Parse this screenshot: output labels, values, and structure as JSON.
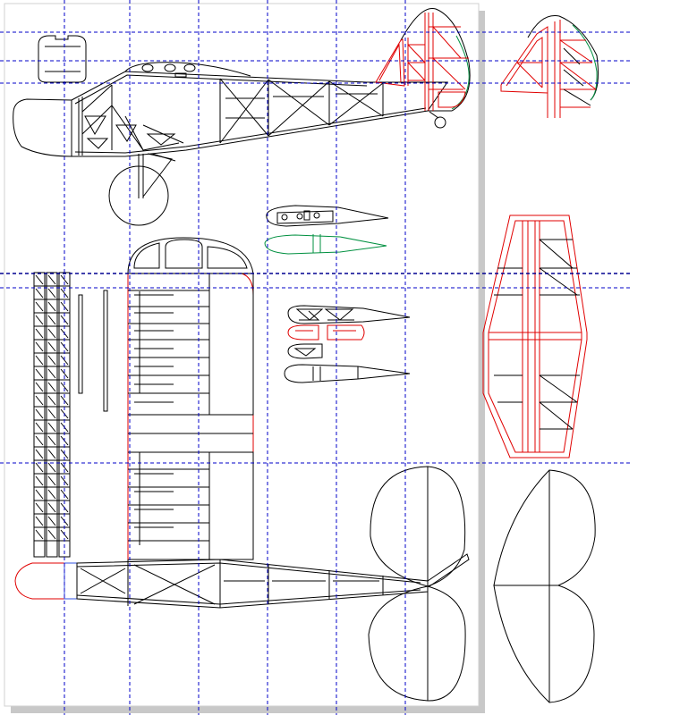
{
  "drawing": {
    "colors": {
      "outline": "#000000",
      "cut_parts": "#e00000",
      "alt_parts": "#009040",
      "guide_lines": "#0000c8",
      "sheet_shadow": "#c8c8c8"
    },
    "parts": [
      "fuselage-side-view",
      "vertical-tail-fin",
      "fin-rib-frame",
      "wing-rib-profiles",
      "wing-plan",
      "horizontal-stabilizer-frame",
      "fuselage-top-view",
      "horizontal-stabilizer-outline"
    ]
  }
}
